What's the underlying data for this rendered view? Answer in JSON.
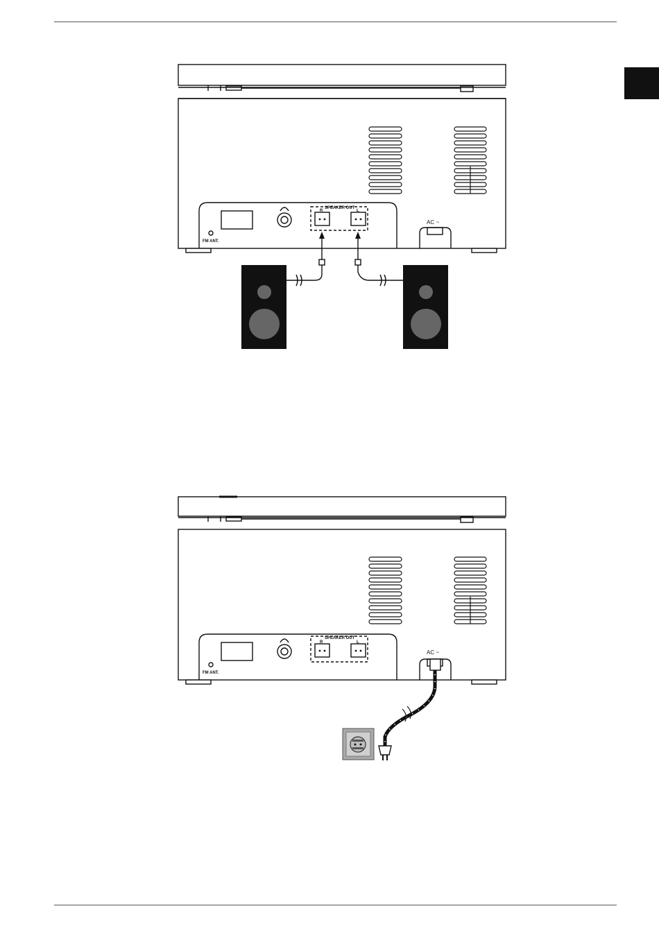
{
  "page": {
    "header_rule": "",
    "footer_rule": "",
    "tab_marker": "black-tab"
  },
  "figure_speakers": {
    "panel": {
      "fm_label": "FM ANT.",
      "speaker_out_label": "SPEAKER OUT",
      "r_label": "R",
      "l_label": "L",
      "ac_label": "AC ~"
    },
    "speakers": [
      "left-speaker",
      "right-speaker"
    ]
  },
  "figure_power": {
    "panel": {
      "fm_label": "FM ANT.",
      "speaker_out_label": "SPEAKER OUT",
      "r_label": "R",
      "l_label": "L",
      "ac_label": "AC ~"
    },
    "items": [
      "wall-socket",
      "power-plug",
      "power-cord"
    ]
  },
  "colors": {
    "line": "#111111",
    "speaker_box": "#111111",
    "speaker_driver": "#666666",
    "socket_frame": "#a9a9a9",
    "socket_inner": "#cfcfcf"
  }
}
